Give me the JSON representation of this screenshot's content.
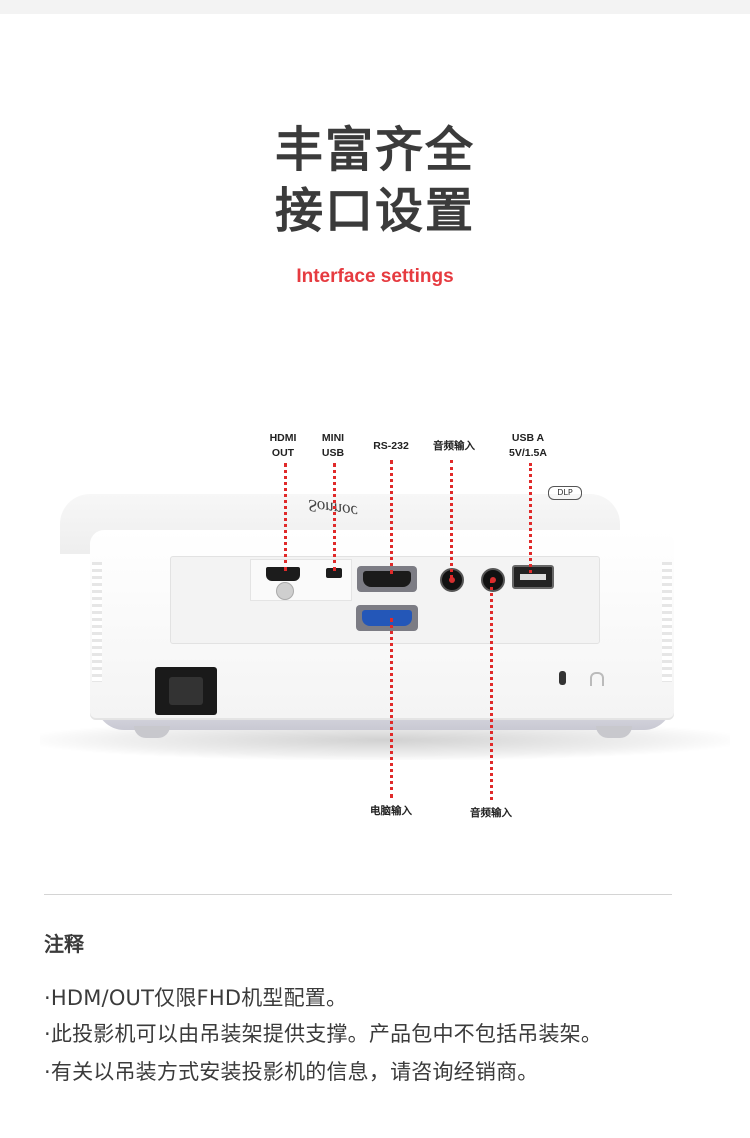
{
  "title": {
    "line1": "丰富齐全",
    "line2": "接口设置",
    "subtitle": "Interface settings"
  },
  "callouts": {
    "hdmi_out": "HDMI\nOUT",
    "mini_usb": "MINI\nUSB",
    "rs232": "RS-232",
    "audio_in_top": "音频输入",
    "usb_a": "USB A\n5V/1.5A",
    "pc_in": "电脑输入",
    "audio_in_bottom": "音频输入"
  },
  "product": {
    "brand": "Sonnoc",
    "logo": "DLP"
  },
  "colors": {
    "accent": "#e63b40",
    "callout_line": "#e02a2a",
    "text": "#3b3b3b"
  },
  "notes": {
    "title": "注释",
    "items": [
      "·HDM/OUT仅限FHD机型配置。",
      "·此投影机可以由吊装架提供支撑。产品包中不包括吊装架。",
      "·有关以吊装方式安装投影机的信息，请咨询经销商。"
    ]
  }
}
